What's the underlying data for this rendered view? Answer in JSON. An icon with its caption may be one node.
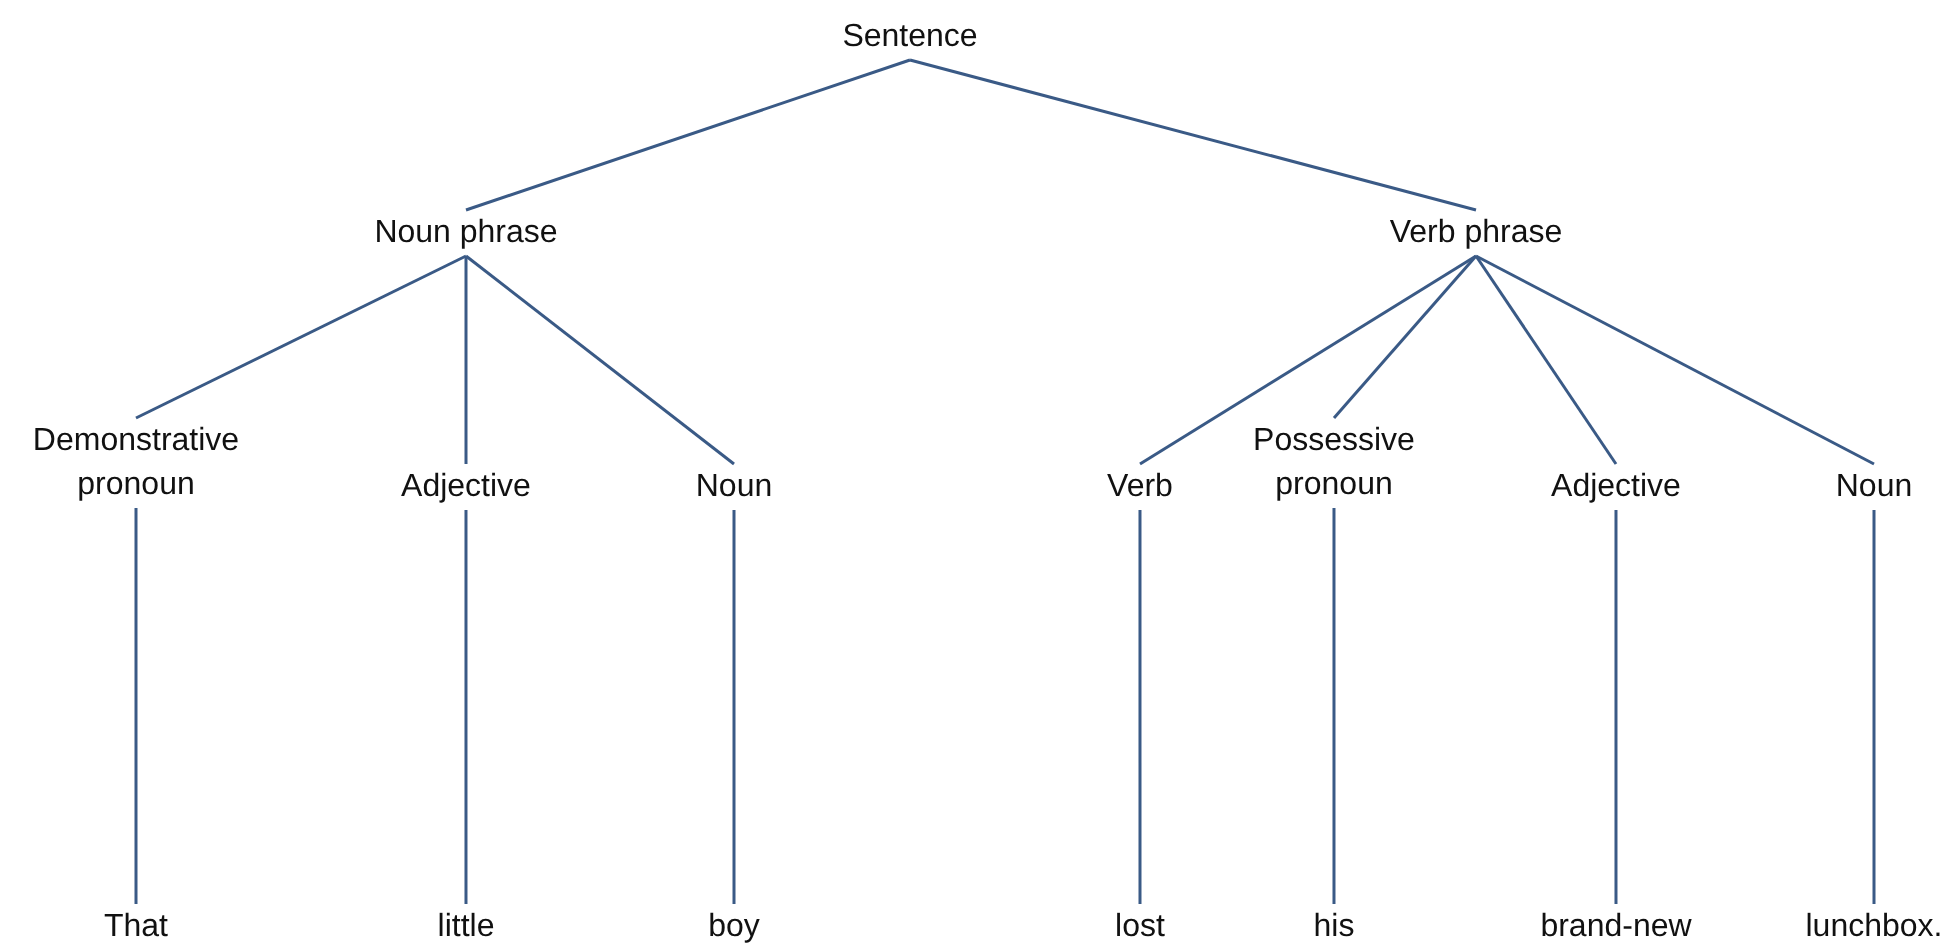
{
  "diagram": {
    "nodes": [
      {
        "text": [
          "Sentence"
        ]
      },
      {
        "text": [
          "Noun phrase"
        ]
      },
      {
        "text": [
          "Verb phrase"
        ]
      },
      {
        "text": [
          "Demonstrative pronoun"
        ]
      },
      {
        "text": [
          "Adjective"
        ]
      },
      {
        "text": [
          "Noun"
        ]
      },
      {
        "text": [
          "Verb"
        ]
      },
      {
        "text": [
          "Possessive pronoun"
        ]
      },
      {
        "text": [
          "Adjective"
        ]
      },
      {
        "text": [
          "Noun"
        ]
      },
      {
        "text": [
          "That"
        ]
      },
      {
        "text": [
          "little"
        ]
      },
      {
        "text": [
          "boy"
        ]
      },
      {
        "text": [
          "lost"
        ]
      },
      {
        "text": [
          "his"
        ]
      },
      {
        "text": [
          "brand-new"
        ]
      },
      {
        "text": [
          "lunchbox."
        ]
      }
    ],
    "edges": [
      {
        "from": 0,
        "to": 1,
        "arrow": "none"
      },
      {
        "from": 0,
        "to": 2,
        "arrow": "none"
      },
      {
        "from": 1,
        "to": 3,
        "arrow": "none"
      },
      {
        "from": 1,
        "to": 4,
        "arrow": "none"
      },
      {
        "from": 1,
        "to": 5,
        "arrow": "none"
      },
      {
        "from": 2,
        "to": 6,
        "arrow": "none"
      },
      {
        "from": 2,
        "to": 7,
        "arrow": "none"
      },
      {
        "from": 2,
        "to": 8,
        "arrow": "none"
      },
      {
        "from": 2,
        "to": 9,
        "arrow": "none"
      },
      {
        "from": 3,
        "to": 10,
        "arrow": "none"
      },
      {
        "from": 4,
        "to": 11,
        "arrow": "none"
      },
      {
        "from": 5,
        "to": 12,
        "arrow": "none"
      },
      {
        "from": 6,
        "to": 13,
        "arrow": "none"
      },
      {
        "from": 7,
        "to": 14,
        "arrow": "none"
      },
      {
        "from": 8,
        "to": 15,
        "arrow": "none"
      },
      {
        "from": 9,
        "to": 16,
        "arrow": "none"
      }
    ]
  }
}
